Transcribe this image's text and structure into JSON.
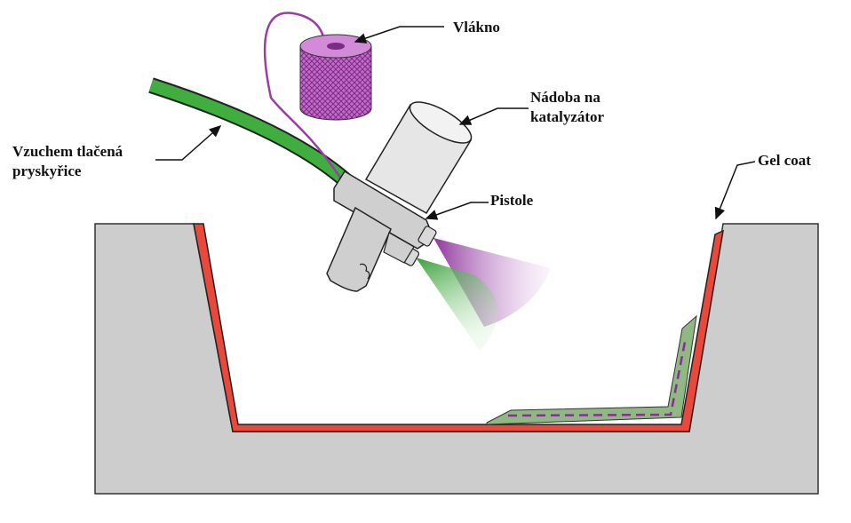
{
  "labels": {
    "fiber": "Vlákno",
    "container_line1": "Nádoba na",
    "container_line2": "katalyzátor",
    "resin_line1": "Vzuchem tlačená",
    "resin_line2": "pryskyřice",
    "gun": "Pistole",
    "gel_coat": "Gel coat"
  },
  "colors": {
    "mold": "#cdcdcd",
    "gel_coat": "#e8493a",
    "resin_hose": "#3fae3f",
    "fiber": "#9a3ea3",
    "gun": "#cfcfcf",
    "laminate": "#8fb883",
    "outline": "#222222"
  }
}
